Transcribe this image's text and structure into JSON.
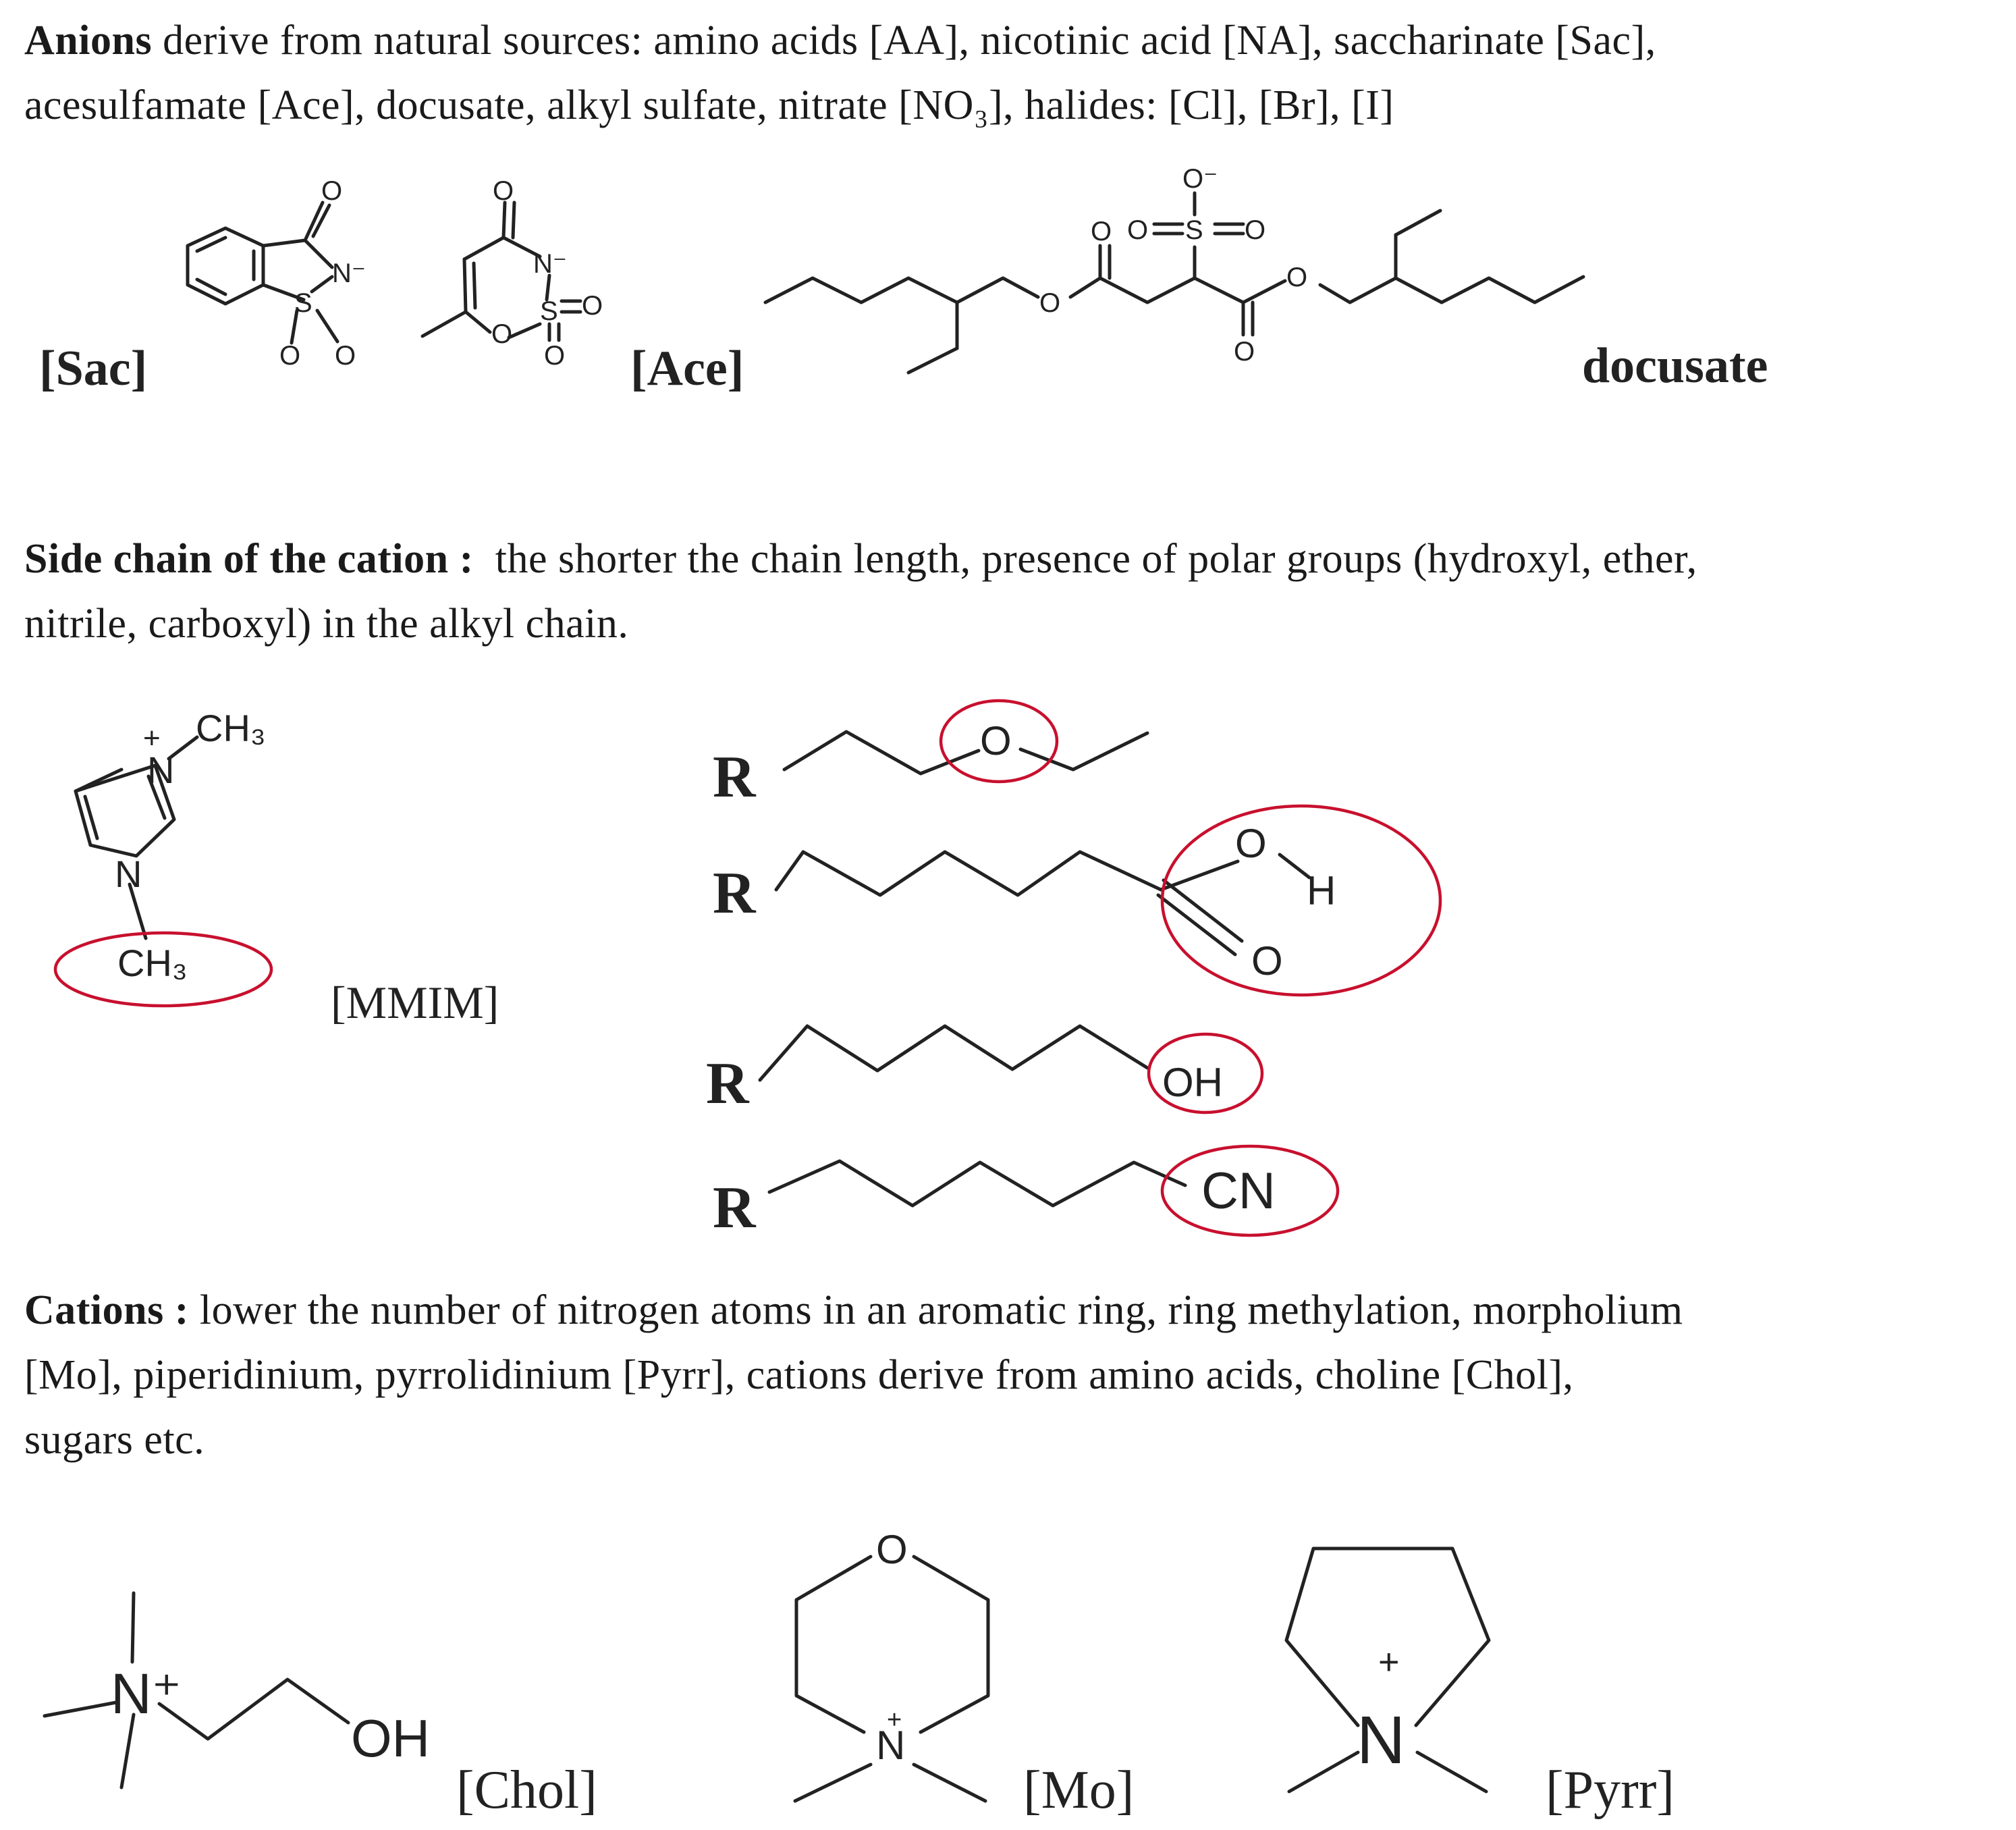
{
  "anions": {
    "heading": "Anions",
    "text_line1": "derive from natural sources: amino acids [AA], nicotinic acid [NA], saccharinate [Sac],",
    "text_line2": "acesulfamate [Ace], docusate, alkyl sulfate, nitrate [NO₃], halides: [Cl], [Br], [I]",
    "labels": {
      "sac": "[Sac]",
      "ace": "[Ace]",
      "docusate": "docusate"
    }
  },
  "side_chain": {
    "heading": "Side chain of the cation :",
    "text_line1": "the shorter the chain length, presence of polar groups (hydroxyl, ether,",
    "text_line2": "nitrile, carboxyl) in the alkyl chain.",
    "mmim_label": "[MMIM]",
    "r_label": "R",
    "groups": {
      "ether_o": "O",
      "acid_o1": "O",
      "acid_h": "H",
      "acid_o2": "O",
      "hydroxyl": "OH",
      "nitrile": "CN"
    },
    "methyl_top": "CH₃",
    "methyl_bottom": "CH₃",
    "ring_n": "N",
    "charge": "+"
  },
  "cations": {
    "heading": "Cations :",
    "text_line1": "lower the number of nitrogen atoms in an aromatic ring, ring methylation,  morpholium",
    "text_line2": "[Mo],  piperidinium, pyrrolidinium [Pyrr], cations derive from amino acids, choline [Chol],",
    "text_line3": "sugars etc.",
    "labels": {
      "chol": "[Chol]",
      "mo": "[Mo]",
      "pyrr": "[Pyrr]"
    },
    "atoms": {
      "n_plus": "N⁺",
      "oh": "OH",
      "o": "O",
      "n": "N",
      "plus": "+"
    }
  },
  "colors": {
    "highlight": "#c8102e",
    "ink": "#222222"
  }
}
